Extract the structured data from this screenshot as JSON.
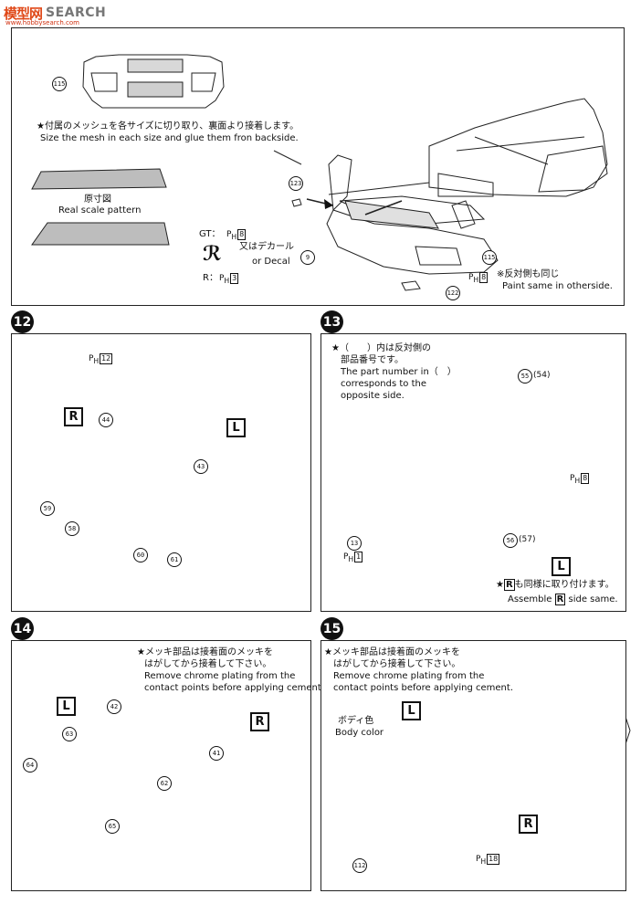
{
  "header": {
    "logo": "模型网",
    "search": "SEARCH",
    "site": "www.hobbysearch.com"
  },
  "steps": {
    "s11": {
      "part_top": "115",
      "note_ja": "★付属のメッシュを各サイズに切り取り、裏面より接着します。",
      "note_en": "Size the mesh in each size and glue them fron backside.",
      "scale_ja": "原寸図",
      "scale_en": "Real scale pattern",
      "gt_label": "GT：",
      "ph_gt": "8",
      "decal_ja": "又はデカール",
      "decal_en": "or  Decal",
      "decal_no": "9",
      "r_label": "R：",
      "ph_r": "3",
      "part_123": "123",
      "part_115b": "115",
      "ph_side": "8",
      "side_ja": "※反対側も同じ",
      "side_en": "Paint same in otherside.",
      "part_122": "122",
      "ph_prefix": "P",
      "ph_sub": "H"
    },
    "s12": {
      "number": "12",
      "ph_color": "12",
      "R": "R",
      "L": "L",
      "p44": "44",
      "p43": "43",
      "p59": "59",
      "p58": "58",
      "p60": "60",
      "p61": "61"
    },
    "s13": {
      "number": "13",
      "note1": "★（　　）内は反対側の",
      "note2": "部品番号です。",
      "note3": "The part number in（　）",
      "note4": "corresponds to the",
      "note5": "opposite side.",
      "p55": "55",
      "p54": "(54)",
      "ph_8": "8",
      "p13": "13",
      "ph_1": "1",
      "p56": "56",
      "p57": "(57)",
      "L": "L",
      "R": "R",
      "assemble_ja_pre": "★",
      "assemble_ja_post": "も同様に取り付けます。",
      "assemble_en_pre": "Assemble",
      "assemble_en_post": "side same."
    },
    "s14": {
      "number": "14",
      "note_ja1": "★メッキ部品は接着面のメッキを",
      "note_ja2": "はがしてから接着して下さい。",
      "note_en1": "Remove chrome plating from the",
      "note_en2": "contact points before applying cement.",
      "L": "L",
      "R": "R",
      "p42": "42",
      "p63": "63",
      "p64": "64",
      "p41": "41",
      "p62": "62",
      "p65": "65"
    },
    "s15": {
      "number": "15",
      "note_ja1": "★メッキ部品は接着面のメッキを",
      "note_ja2": "はがしてから接着して下さい。",
      "note_en1": "Remove chrome plating from the",
      "note_en2": "contact points before applying cement.",
      "body_ja": "ボディ色",
      "body_en": "Body color",
      "L": "L",
      "R": "R",
      "p112": "112",
      "ph_18": "18"
    }
  }
}
